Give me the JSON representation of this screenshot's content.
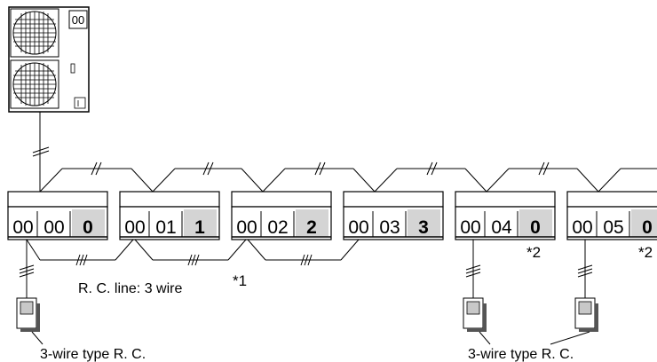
{
  "outdoor_unit": {
    "address": "00"
  },
  "indoor_units": [
    {
      "system": "00",
      "unit": "00",
      "address": "0"
    },
    {
      "system": "00",
      "unit": "01",
      "address": "1"
    },
    {
      "system": "00",
      "unit": "02",
      "address": "2"
    },
    {
      "system": "00",
      "unit": "03",
      "address": "3"
    },
    {
      "system": "00",
      "unit": "04",
      "address": "0",
      "note": "*2"
    },
    {
      "system": "00",
      "unit": "05",
      "address": "0",
      "note": "*2"
    }
  ],
  "labels": {
    "rc_line": "R. C. line: 3 wire",
    "note1": "*1",
    "rc_left": "3-wire type R. C.",
    "rc_right": "3-wire type R. C."
  },
  "colors": {
    "line": "#000000",
    "grey": "#c8c8c8",
    "dark": "#555555"
  }
}
